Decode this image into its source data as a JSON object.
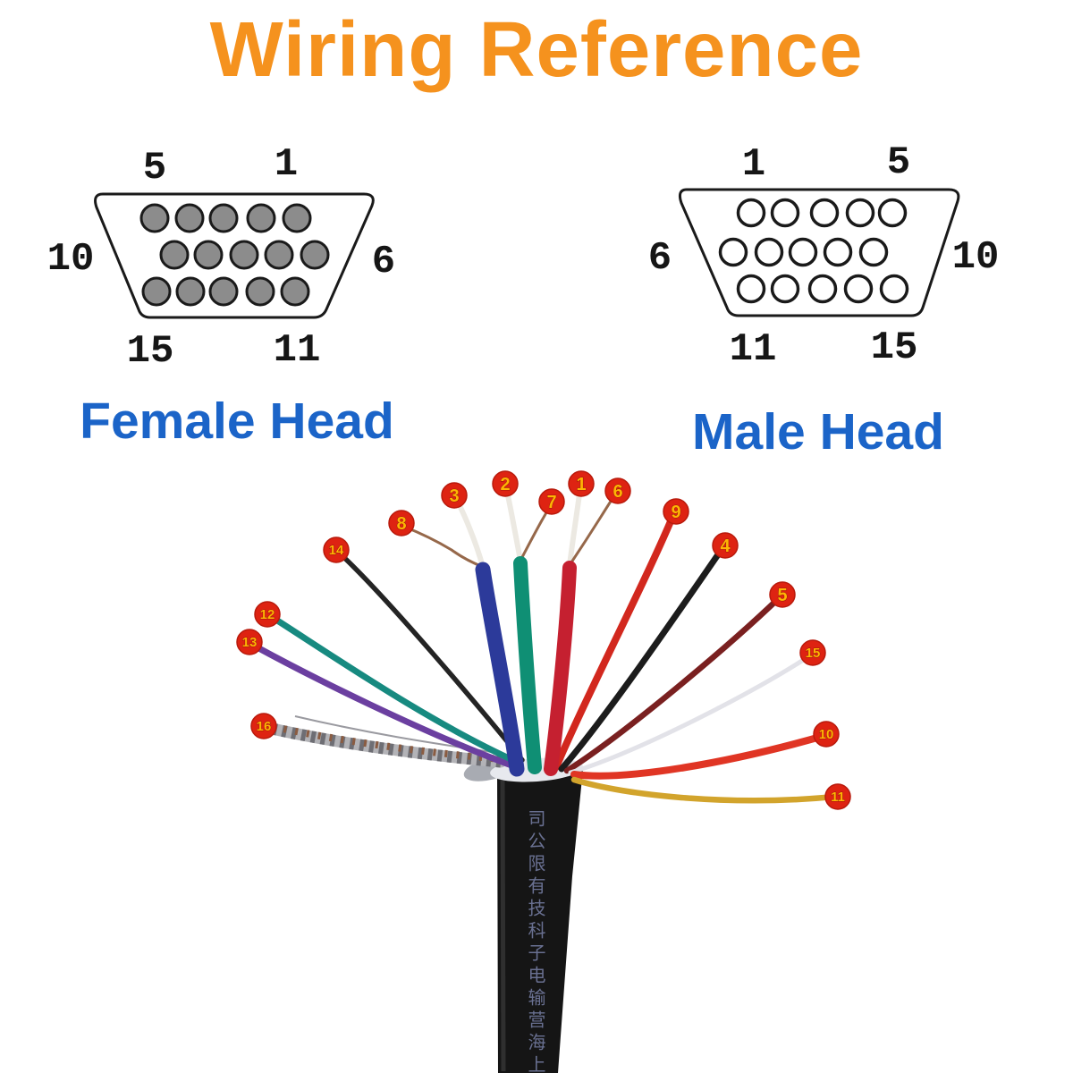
{
  "title": {
    "text": "Wiring Reference"
  },
  "theme": {
    "title-orange": "#F5921E",
    "head-blue": "#1B64C8",
    "marker-red": "#DE2312",
    "marker-yellow": "#FFB404",
    "pin-gray": "#8C8C8C",
    "line-black": "#1A1A1A",
    "cable-black": "#151515",
    "cable-print": "#7E87B0"
  },
  "female": {
    "label": "Female Head",
    "pins": {
      "top_left": "5",
      "top_right": "1",
      "mid_left": "10",
      "mid_right": "6",
      "bottom_left": "15",
      "bottom_right": "11"
    }
  },
  "male": {
    "label": "Male Head",
    "pins": {
      "top_left": "1",
      "top_right": "5",
      "mid_left": "6",
      "mid_right": "10",
      "bottom_left": "11",
      "bottom_right": "15"
    }
  },
  "cable": {
    "print_text": "司公限有技科子电输营海上",
    "coax_jackets": {
      "blue": "#2C3A9A",
      "green": "#0F8F74",
      "red": "#C52030"
    },
    "wires": {
      "red_coax_core": {
        "pin": "1",
        "color": "#ECE9E2"
      },
      "green_coax_core": {
        "pin": "2",
        "color": "#ECE9E2"
      },
      "blue_coax_core": {
        "pin": "3",
        "color": "#ECE9E2"
      },
      "black": {
        "pin": "4",
        "color": "#1C1C1C"
      },
      "dark_red": {
        "pin": "5",
        "color": "#7A2020"
      },
      "red_coax_drain": {
        "pin": "6",
        "color": "#96684A"
      },
      "green_coax_drain": {
        "pin": "7",
        "color": "#96684A"
      },
      "blue_coax_drain": {
        "pin": "8",
        "color": "#96684A"
      },
      "red": {
        "pin": "9",
        "color": "#D2281E"
      },
      "orange_red": {
        "pin": "10",
        "color": "#E03524"
      },
      "yellow": {
        "pin": "11",
        "color": "#D2A42C"
      },
      "teal": {
        "pin": "12",
        "color": "#178A80"
      },
      "purple": {
        "pin": "13",
        "color": "#6B3FA0"
      },
      "thin_black": {
        "pin": "14",
        "color": "#242424"
      },
      "white": {
        "pin": "15",
        "color": "#E2E2E8"
      },
      "shield_braid": {
        "pin": "16",
        "color": "#B3B3B7"
      }
    }
  }
}
